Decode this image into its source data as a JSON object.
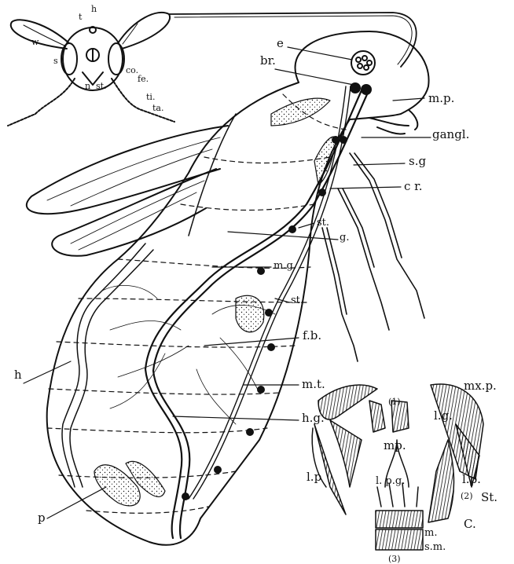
{
  "labels": {
    "e": "e",
    "br": "br.",
    "mp_main": "m.p.",
    "gangl": "gangl.",
    "sg": "s.g",
    "cr": "c r.",
    "st1": "st.",
    "g": "g.",
    "mg": "m.g.",
    "st2": "st.",
    "fb": "f.b.",
    "mt": "m.t.",
    "hg": "h.g.",
    "h": "h",
    "p": "p",
    "head": {
      "t": "t",
      "h": "h",
      "w": "w",
      "s": "s",
      "co": "co.",
      "fe": "fe.",
      "ti": "ti.",
      "ta": "ta.",
      "n": "n",
      "st": "st."
    },
    "mouth": {
      "mxp": "mx.p.",
      "n1": "(1)",
      "lg": "l.g.",
      "mp": "mp.",
      "lp_left": "l.p",
      "lpg": "l. p.g.",
      "lp_right": "l.p.",
      "n2": "(2)",
      "St": "St.",
      "C": "C.",
      "m": "m.",
      "sm": "s.m.",
      "n3": "(3)"
    }
  },
  "colors": {
    "ink": "#111111",
    "paper": "#ffffff"
  }
}
